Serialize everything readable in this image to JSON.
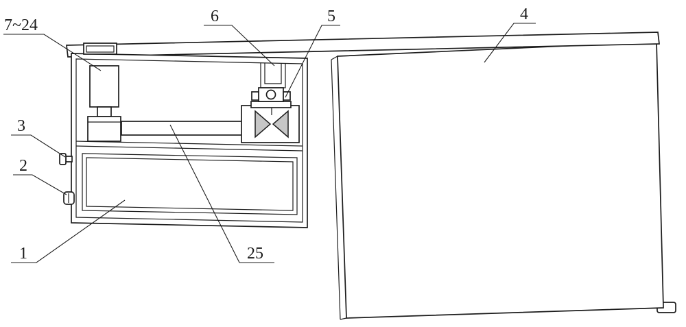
{
  "figure": {
    "background_color": "#ffffff",
    "line_color": "#1c1c1c",
    "labels": {
      "part_7_24": "7~24",
      "part_6": "6",
      "part_5": "5",
      "part_4": "4",
      "part_3": "3",
      "part_2": "2",
      "part_1": "1",
      "part_25": "25"
    }
  }
}
